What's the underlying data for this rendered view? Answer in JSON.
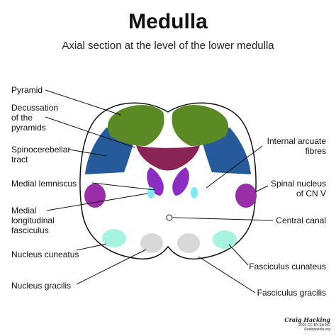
{
  "title": "Medulla",
  "subtitle": "Axial section at the level of the lower medulla",
  "labels": {
    "pyramid": "Pyramid",
    "decussation": [
      "Decussation",
      "of the",
      "pyramids"
    ],
    "spinocerebellar": [
      "Spinocerebellar",
      "tract"
    ],
    "medial_lemniscus": "Medial lemniscus",
    "mlf": [
      "Medial",
      "longitudinal",
      "fasciculus"
    ],
    "nucleus_cuneatus": "Nucleus cuneatus",
    "nucleus_gracilis": "Nucleus gracilis",
    "internal_arcuate": [
      "Internal arcuate",
      "fibres"
    ],
    "spinal_nucleus": [
      "Spinal nucleus",
      "of CN V"
    ],
    "central_canal": "Central canal",
    "fasciculus_cuneatus": "Fasciculus cunateus",
    "fasciculus_gracilis": "Fasciculus gracilis"
  },
  "credit": {
    "signature": "Craig Hacking",
    "license": "2020 CC-BY-SA-NC",
    "site": "Radiopaedia.org"
  },
  "colors": {
    "pyramid": "#5b8a24",
    "spinocerebellar": "#265a9a",
    "decussation": "#8a2456",
    "lemniscus": "#8a2dc0",
    "spinal_nucleus": "#9a2ea8",
    "mlf": "#7ee8f4",
    "cuneatus": "#a6f4e0",
    "gracilis": "#d8d8d8",
    "outline": "#111111"
  }
}
